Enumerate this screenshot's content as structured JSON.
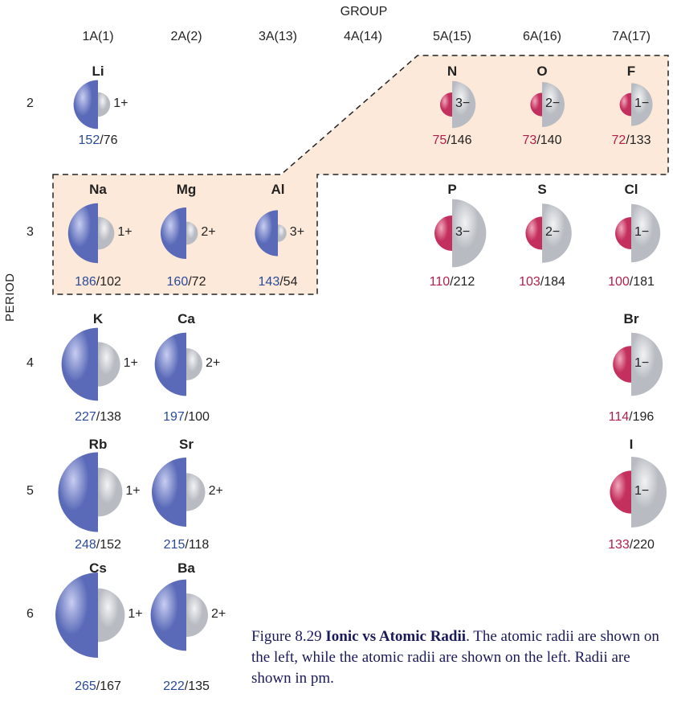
{
  "headers": {
    "group_title": "GROUP",
    "period_title": "PERIOD",
    "groups": [
      "1A(1)",
      "2A(2)",
      "3A(13)",
      "4A(14)",
      "5A(15)",
      "6A(16)",
      "7A(17)"
    ],
    "periods": [
      "2",
      "3",
      "4",
      "5",
      "6"
    ]
  },
  "colors": {
    "metal": "#5a6ab8",
    "nonmetal": "#c4305e",
    "ion": "#b8bcc2",
    "highlight": "#fde9d9",
    "metal_text": "#2a4a9a",
    "nonmetal_text": "#b0204c"
  },
  "elements": [
    {
      "symbol": "Li",
      "group": 0,
      "period": 0,
      "kind": "metal",
      "atomic": 152,
      "ionic": 76,
      "charge": "1+"
    },
    {
      "symbol": "N",
      "group": 4,
      "period": 0,
      "kind": "nonmetal",
      "atomic": 75,
      "ionic": 146,
      "charge": "3−"
    },
    {
      "symbol": "O",
      "group": 5,
      "period": 0,
      "kind": "nonmetal",
      "atomic": 73,
      "ionic": 140,
      "charge": "2−"
    },
    {
      "symbol": "F",
      "group": 6,
      "period": 0,
      "kind": "nonmetal",
      "atomic": 72,
      "ionic": 133,
      "charge": "1−"
    },
    {
      "symbol": "Na",
      "group": 0,
      "period": 1,
      "kind": "metal",
      "atomic": 186,
      "ionic": 102,
      "charge": "1+"
    },
    {
      "symbol": "Mg",
      "group": 1,
      "period": 1,
      "kind": "metal",
      "atomic": 160,
      "ionic": 72,
      "charge": "2+"
    },
    {
      "symbol": "Al",
      "group": 2,
      "period": 1,
      "kind": "metal",
      "atomic": 143,
      "ionic": 54,
      "charge": "3+"
    },
    {
      "symbol": "P",
      "group": 4,
      "period": 1,
      "kind": "nonmetal",
      "atomic": 110,
      "ionic": 212,
      "charge": "3−"
    },
    {
      "symbol": "S",
      "group": 5,
      "period": 1,
      "kind": "nonmetal",
      "atomic": 103,
      "ionic": 184,
      "charge": "2−"
    },
    {
      "symbol": "Cl",
      "group": 6,
      "period": 1,
      "kind": "nonmetal",
      "atomic": 100,
      "ionic": 181,
      "charge": "1−"
    },
    {
      "symbol": "K",
      "group": 0,
      "period": 2,
      "kind": "metal",
      "atomic": 227,
      "ionic": 138,
      "charge": "1+"
    },
    {
      "symbol": "Ca",
      "group": 1,
      "period": 2,
      "kind": "metal",
      "atomic": 197,
      "ionic": 100,
      "charge": "2+"
    },
    {
      "symbol": "Br",
      "group": 6,
      "period": 2,
      "kind": "nonmetal",
      "atomic": 114,
      "ionic": 196,
      "charge": "1−"
    },
    {
      "symbol": "Rb",
      "group": 0,
      "period": 3,
      "kind": "metal",
      "atomic": 248,
      "ionic": 152,
      "charge": "1+"
    },
    {
      "symbol": "Sr",
      "group": 1,
      "period": 3,
      "kind": "metal",
      "atomic": 215,
      "ionic": 118,
      "charge": "2+"
    },
    {
      "symbol": "I",
      "group": 6,
      "period": 3,
      "kind": "nonmetal",
      "atomic": 133,
      "ionic": 220,
      "charge": "1−"
    },
    {
      "symbol": "Cs",
      "group": 0,
      "period": 4,
      "kind": "metal",
      "atomic": 265,
      "ionic": 167,
      "charge": "1+"
    },
    {
      "symbol": "Ba",
      "group": 1,
      "period": 4,
      "kind": "metal",
      "atomic": 222,
      "ionic": 135,
      "charge": "2+"
    }
  ],
  "caption": {
    "figure_label": "Figure 8.29 ",
    "bold_title": "Ionic vs Atomic Radii",
    "body": ". The atomic radii are shown on the left, while the atomic radii are shown on the left. Radii are shown in pm."
  }
}
